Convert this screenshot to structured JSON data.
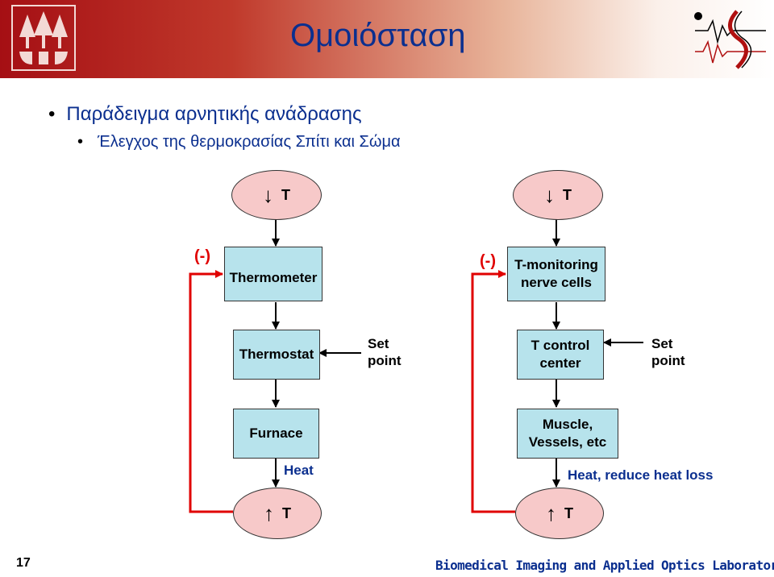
{
  "header": {
    "title": "Ομοιόσταση"
  },
  "bullets": {
    "main": "Παράδειγμα αρνητικής ανάδρασης",
    "sub": "Έλεγχος της θερμοκρασίας  Σπίτι και Σώμα"
  },
  "diagram": {
    "left": {
      "top_ellipse": {
        "arrow": "↓",
        "label": "T"
      },
      "sensor": "Thermometer",
      "feedback_sign": "(-)",
      "controller": "Thermostat",
      "set_point": [
        "Set",
        "point"
      ],
      "effector": "Furnace",
      "output_label": "Heat",
      "bottom_ellipse": {
        "arrow": "↑",
        "label": "T"
      }
    },
    "right": {
      "top_ellipse": {
        "arrow": "↓",
        "label": "T"
      },
      "sensor": [
        "T-monitoring",
        "nerve cells"
      ],
      "feedback_sign": "(-)",
      "controller": [
        "T control",
        "center"
      ],
      "set_point": [
        "Set",
        "point"
      ],
      "effector": [
        "Muscle,",
        "Vessels, etc"
      ],
      "output_label": "Heat, reduce heat loss",
      "bottom_ellipse": {
        "arrow": "↑",
        "label": "T"
      }
    }
  },
  "footer": {
    "page_number": "17",
    "lab_name": "Biomedical Imaging and Applied Optics Laboratory"
  },
  "colors": {
    "title_blue": "#0b2f8f",
    "feedback_red": "#e00000",
    "box_fill": "#b7e3ec",
    "ellipse_fill": "#f7c9c9"
  }
}
